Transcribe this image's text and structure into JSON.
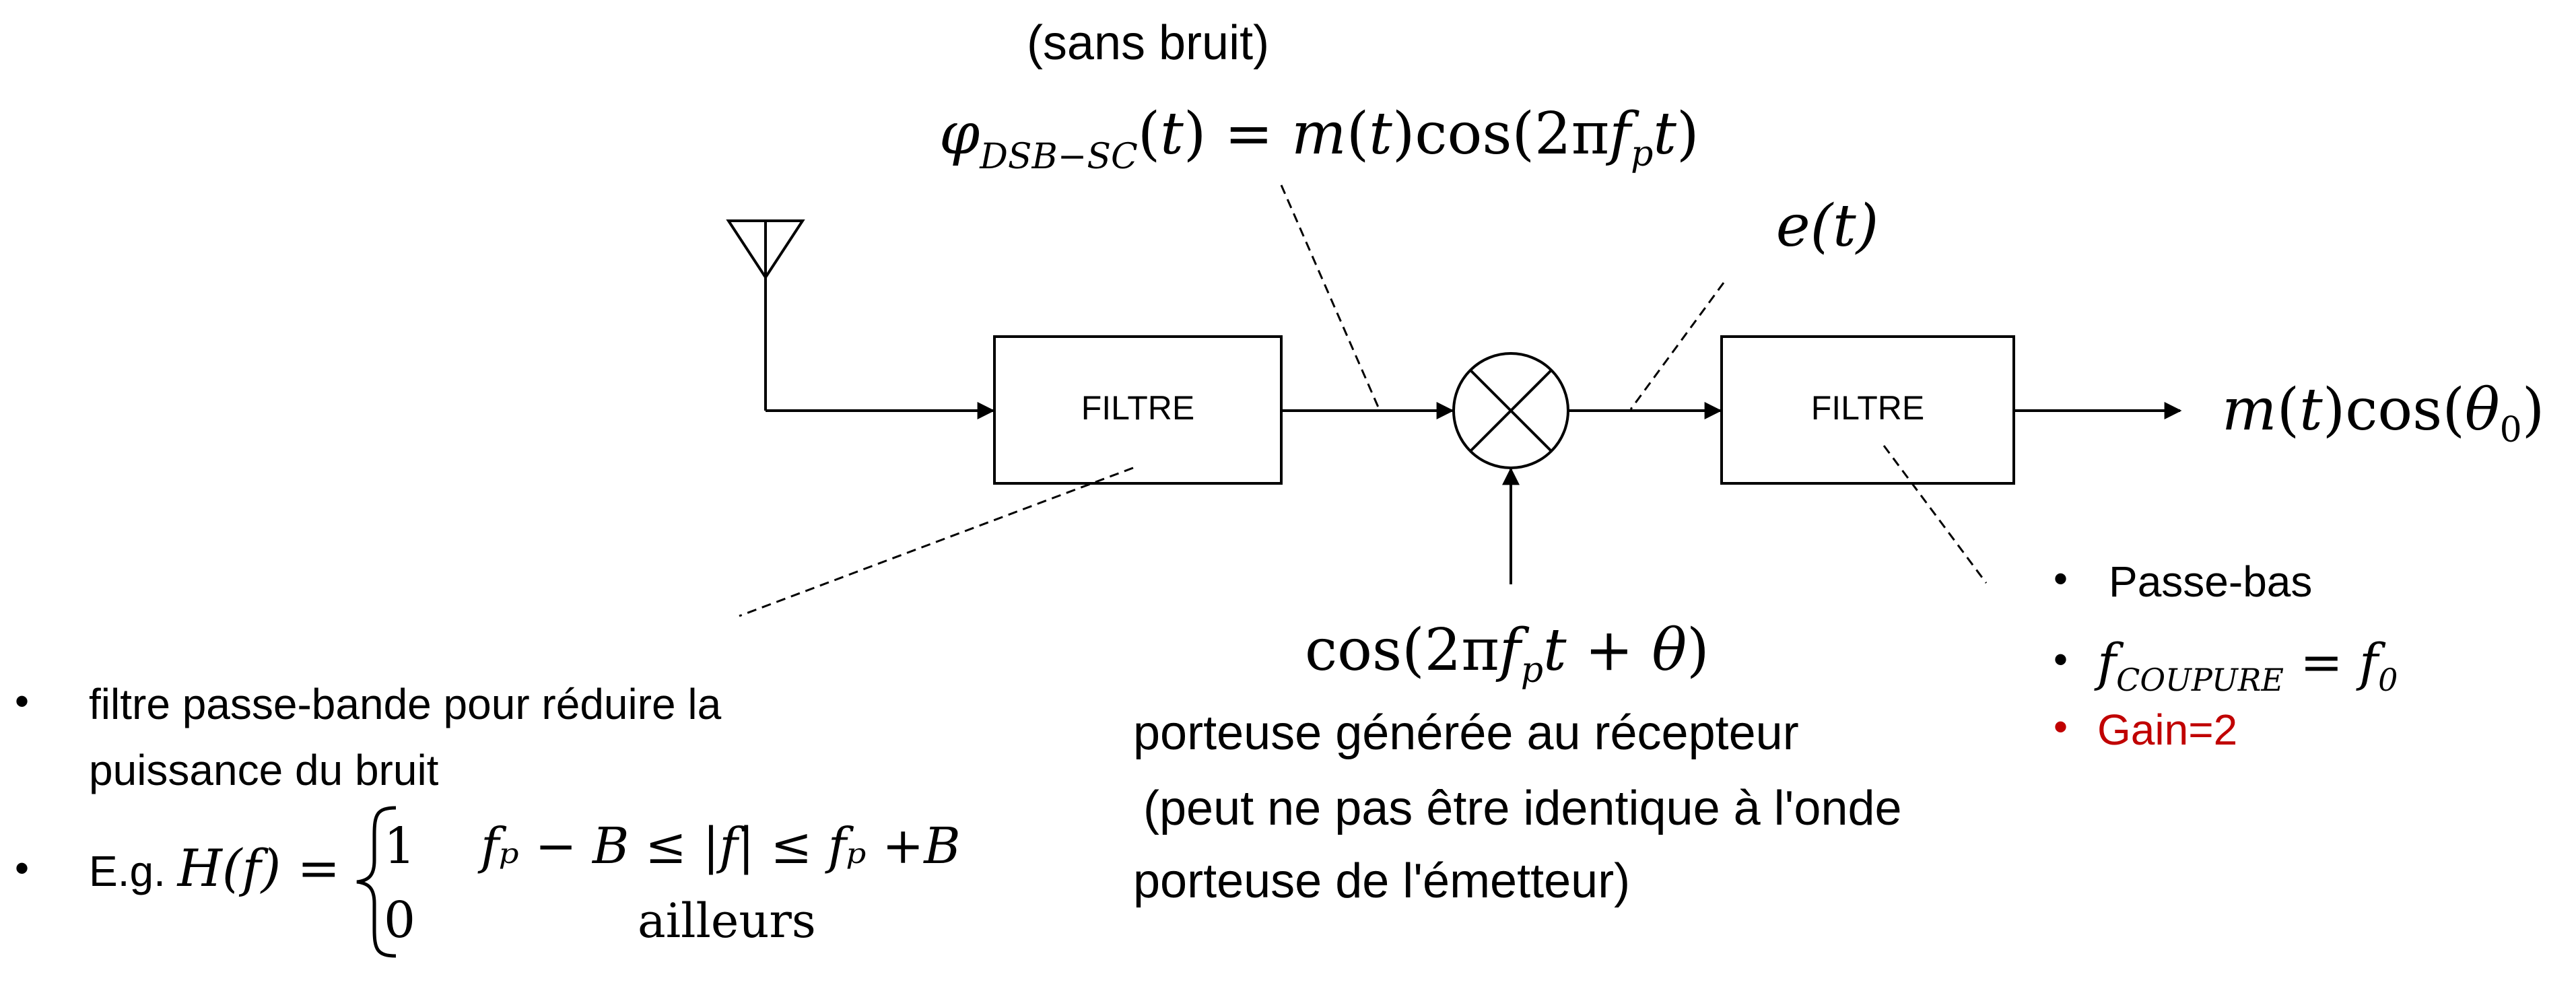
{
  "header": {
    "note": "(sans bruit)",
    "signal_formula": {
      "phi": "φ",
      "sub": "DSB−SC",
      "rest_a": "(",
      "t": "t",
      "rest_b": ") = ",
      "m": "m",
      "rest_c": "(",
      "t2": "t",
      "rest_d": ")cos(2π",
      "f": "f",
      "fsub": "p",
      "t3": "t",
      "rest_e": ")"
    }
  },
  "blocks": {
    "filter1_label": "FILTRE",
    "filter2_label": "FILTRE"
  },
  "signals": {
    "e_of_t": "e(t)",
    "output": {
      "m": "m",
      "a": "(",
      "t": "t",
      "b": ")cos(",
      "theta": "θ",
      "sub": "0",
      "c": ")"
    },
    "carrier_formula": {
      "a": "cos(2π",
      "f": "f",
      "fsub": "p",
      "t": "t",
      "b": " + ",
      "theta": "θ",
      "c": ")"
    }
  },
  "carrier_note": {
    "line1": "porteuse générée au récepteur",
    "line2": "(peut ne pas être identique à l'onde",
    "line3": "porteuse de l'émetteur)"
  },
  "filter1_notes": {
    "bullet1_line1": "filtre passe-bande pour réduire la",
    "bullet1_line2": "puissance du bruit",
    "bullet2_prefix": "E.g. ",
    "bullet2_H": "H(f) = ",
    "case1_value": "1",
    "case1_condition": "fₚ − B ≤ |f| ≤ fₚ +B",
    "case2_value": "0",
    "case2_condition": "ailleurs"
  },
  "filter2_notes": {
    "item1": "Passe-bas",
    "item2_f": "f",
    "item2_sub": "COUPURE",
    "item2_rest": " = f",
    "item2_sub2": "0",
    "item3": "Gain=2"
  },
  "colors": {
    "line": "#000000",
    "highlight": "#c00000"
  },
  "icons": {
    "antenna": "antenna-icon",
    "mixer": "multiplier-icon",
    "bullet": "bullet-icon"
  }
}
